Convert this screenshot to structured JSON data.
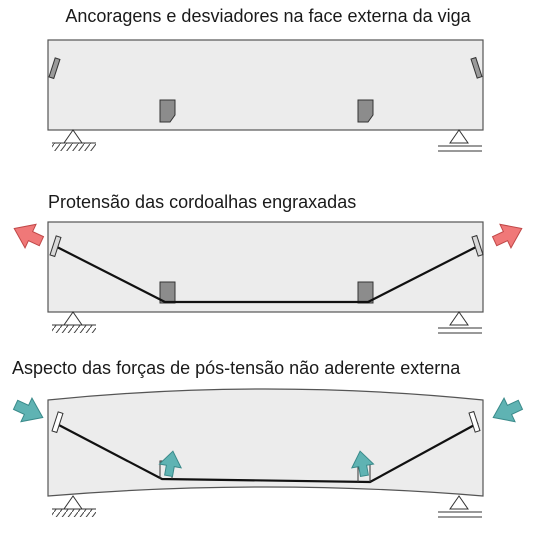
{
  "panels": [
    {
      "title": "Ancoragens e desviadores na face externa da viga"
    },
    {
      "title": "Protensão das cordoalhas engraxadas"
    },
    {
      "title": "Aspecto das forças de pós-tensão não aderente externa"
    }
  ],
  "colors": {
    "beam_fill": "#ececec",
    "beam_stroke": "#555555",
    "deviator_fill": "#8c8c8c",
    "tendon": "#111111",
    "pull_arrow": "#f07878",
    "force_arrow": "#5fb3b3"
  },
  "icons": [
    "pin-support-icon",
    "roller-support-icon",
    "anchorage-icon",
    "deviator-icon",
    "tension-arrow-icon",
    "force-arrow-icon"
  ]
}
